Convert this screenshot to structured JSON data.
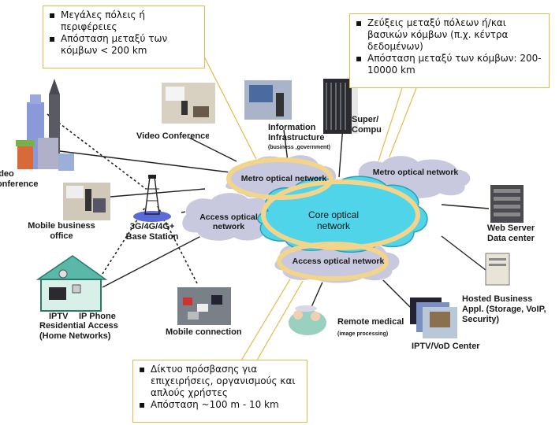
{
  "callouts": {
    "metro_regions": {
      "items": [
        "Μεγάλες πόλεις ή περιφέρειες",
        "Απόσταση μεταξύ των κόμβων < 200 km"
      ]
    },
    "core_links": {
      "items": [
        "Ζεύξεις μεταξύ πόλεων ή/και βασικών κόμβων (π.χ. κέντρα δεδομένων)",
        "Απόσταση μεταξύ των κόμβων: 200-10000 km"
      ]
    },
    "access": {
      "items": [
        "Δίκτυο πρόσβασης για επιχειρήσεις, οργανισμούς και απλούς χρήστες",
        "Απόσταση ~100 m - 10 km"
      ]
    }
  },
  "clouds": {
    "core": "Core optical network",
    "metro_left": "Metro optical network",
    "metro_right": "Metro optical network",
    "access_left": "Access optical network",
    "access_bottom": "Access optical network"
  },
  "endpoints": {
    "video_conference_left": "Video Conference",
    "video_conference_top": "Video Conference",
    "information_infrastructure": "Information Infrastructure",
    "information_infrastructure_sub": "(business ,government)",
    "supercomputer": "Super/ Compu",
    "mobile_business_office": "Mobile business office",
    "base_station": "3G/4G/4G+ Base Station",
    "iptv": "IPTV",
    "ip_phone": "IP Phone",
    "residential_access": "Residential Access (Home Networks)",
    "mobile_connection": "Mobile connection",
    "web_server": "Web Server Data center",
    "hosted_business": "Hosted Business Appl. (Storage, VoIP, Security)",
    "remote_medical": "Remote medical",
    "remote_medical_sub": "(image processing)",
    "iptv_vod_center": "IPTV/VoD Center"
  },
  "colors": {
    "cloud_fill": "#c8c8de",
    "core_fill": "#4fd4ea",
    "highlight_ring": "#f2d48a",
    "callout_border": "#e8b84a"
  }
}
